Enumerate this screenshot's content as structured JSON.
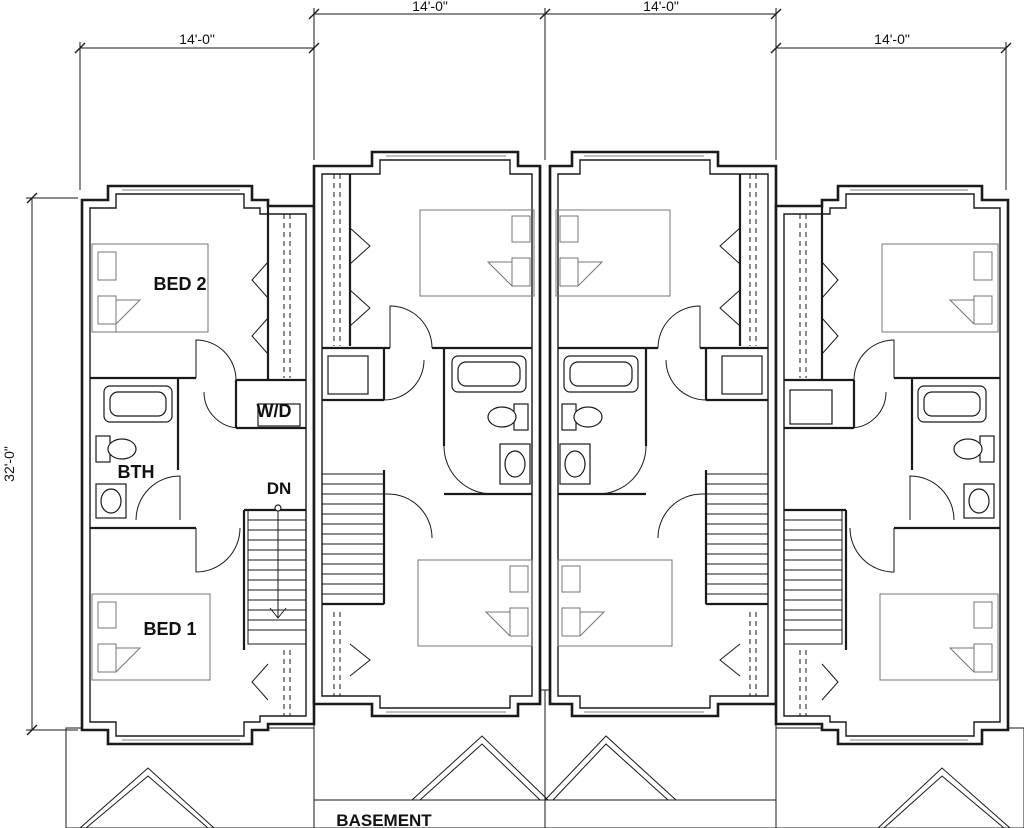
{
  "dimensions": {
    "width_1": "14'-0\"",
    "width_2": "14'-0\"",
    "width_3": "14'-0\"",
    "width_4": "14'-0\"",
    "depth": "32'-0\""
  },
  "rooms": {
    "bed_2": "BED 2",
    "bed_1": "BED 1",
    "bath": "BTH",
    "laundry": "W/D",
    "stair": "DN",
    "basement": "BASEMENT"
  }
}
